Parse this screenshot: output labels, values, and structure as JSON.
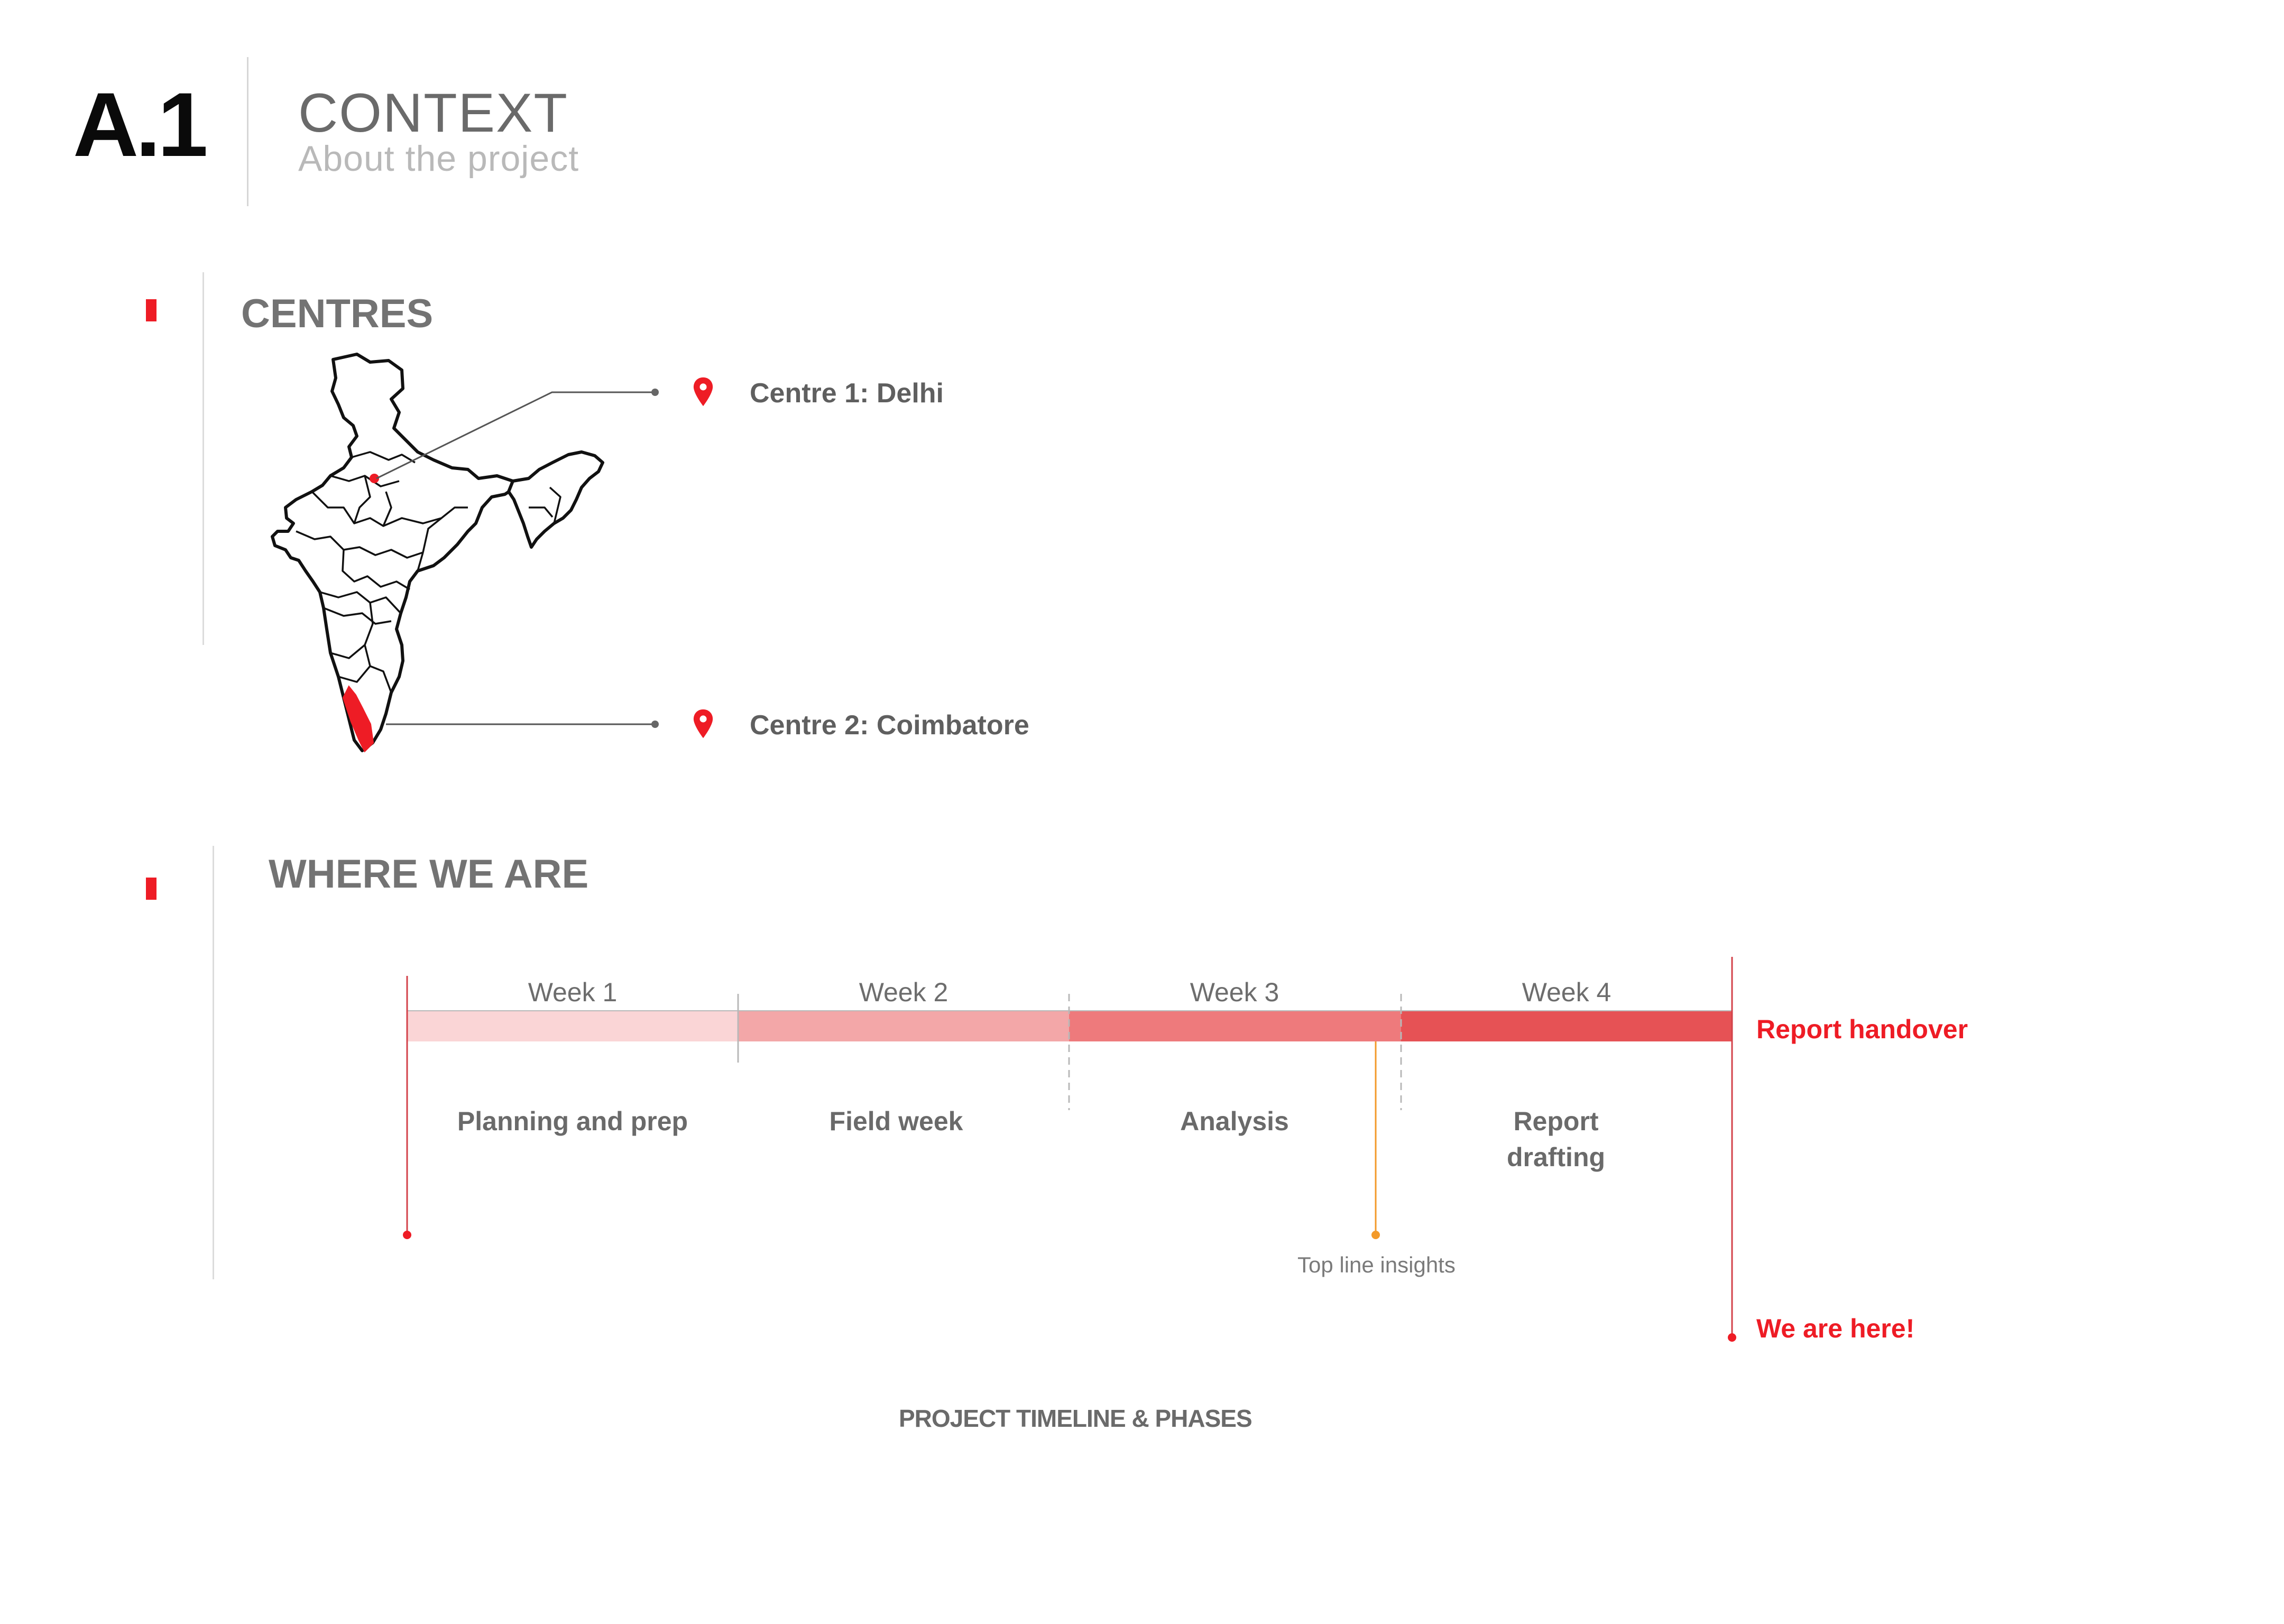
{
  "header": {
    "section_number": "A.1",
    "title": "CONTEXT",
    "subtitle": "About the project"
  },
  "centres": {
    "title": "CENTRES",
    "items": [
      {
        "label": "Centre 1: Delhi"
      },
      {
        "label": "Centre 2: Coimbatore"
      }
    ]
  },
  "timeline": {
    "title": "WHERE WE ARE",
    "weeks": [
      "Week 1",
      "Week 2",
      "Week 3",
      "Week 4"
    ],
    "phases": [
      "Planning and prep",
      "Field week",
      "Analysis",
      "Report\ndrafting"
    ],
    "milestones": {
      "end": "Report handover",
      "insight": "Top line insights",
      "current": "We are here!"
    },
    "caption": "PROJECT TIMELINE & PHASES"
  },
  "colors": {
    "accent": "#ee1c25",
    "week1": "#fad5d6",
    "week2": "#f3a7a8",
    "week3": "#ee7a7c",
    "week4": "#e65255",
    "insight_marker": "#f39a2a"
  }
}
